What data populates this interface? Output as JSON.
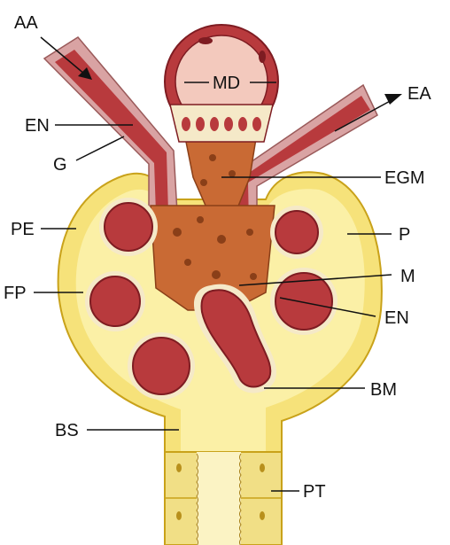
{
  "labels": {
    "aa": "AA",
    "ea": "EA",
    "md": "MD",
    "en_top": "EN",
    "g": "G",
    "egm": "EGM",
    "pe": "PE",
    "p": "P",
    "m": "M",
    "fp": "FP",
    "en_bottom": "EN",
    "bm": "BM",
    "bs": "BS",
    "pt": "PT"
  },
  "colors": {
    "vessel": "#b83a3d",
    "vessel_dark": "#7e1c22",
    "vessel_wall": "#d9a3a3",
    "capsule": "#f6e27a",
    "capsule_edge": "#c9a21a",
    "bowman_space": "#fbf0a6",
    "mesangium": "#c96a34",
    "macula_densa": "#f3c9bd",
    "tubule": "#f1df86"
  }
}
